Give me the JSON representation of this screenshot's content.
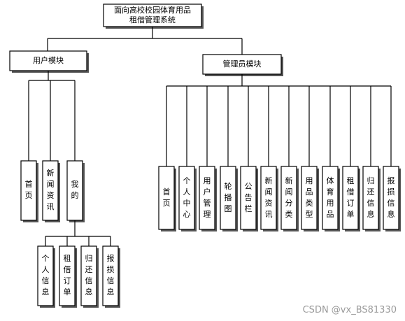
{
  "root": {
    "lines": [
      "面向高校校园体育用品",
      "租借管理系统"
    ]
  },
  "user_module": {
    "title": "用户模块",
    "children": [
      {
        "id": "home",
        "text": "首页"
      },
      {
        "id": "news",
        "text": "新闻资讯"
      },
      {
        "id": "mine",
        "text": "我的"
      }
    ],
    "mine_children": [
      {
        "id": "personal-info",
        "text": "个人信息"
      },
      {
        "id": "rental-order",
        "text": "租借订单"
      },
      {
        "id": "return-info",
        "text": "归还信息"
      },
      {
        "id": "damage-info",
        "text": "报损信息"
      }
    ]
  },
  "admin_module": {
    "title": "管理员模块",
    "children": [
      {
        "id": "home",
        "text": "首页"
      },
      {
        "id": "personal-center",
        "text": "个人中心"
      },
      {
        "id": "user-management",
        "text": "用户管理"
      },
      {
        "id": "carousel",
        "text": "轮播图"
      },
      {
        "id": "notice-board",
        "text": "公告栏"
      },
      {
        "id": "news",
        "text": "新闻资讯"
      },
      {
        "id": "news-category",
        "text": "新闻分类"
      },
      {
        "id": "goods-category",
        "text": "用品类型"
      },
      {
        "id": "sports-goods",
        "text": "体育用品"
      },
      {
        "id": "rental-order",
        "text": "租借订单"
      },
      {
        "id": "return-info",
        "text": "归还信息"
      },
      {
        "id": "damage-info",
        "text": "报损信息"
      }
    ]
  },
  "watermark": "CSDN @vx_BS81330"
}
